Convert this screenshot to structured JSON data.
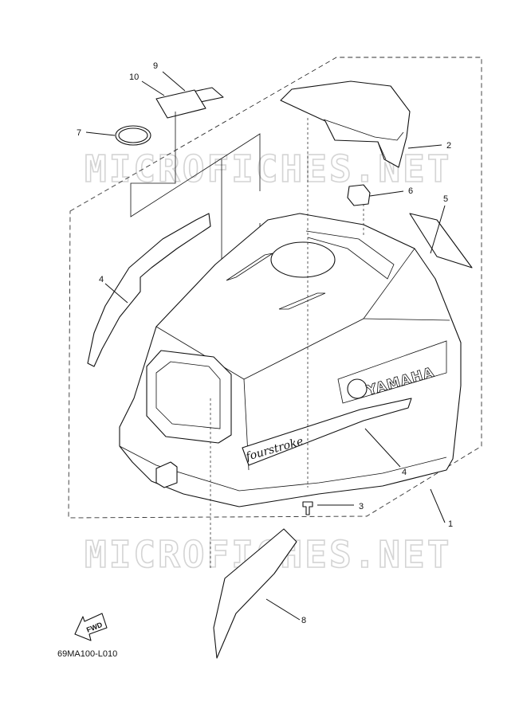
{
  "watermark": {
    "text": "MICROFICHES.NET"
  },
  "brand": {
    "logo_text": "YAMAHA",
    "script_text": "fourstroke"
  },
  "fwd_label": "FWD",
  "diagram_code": "69MA100-L010",
  "callouts": [
    {
      "id": "c1",
      "label": "1"
    },
    {
      "id": "c2",
      "label": "2"
    },
    {
      "id": "c3",
      "label": "3"
    },
    {
      "id": "c4a",
      "label": "4"
    },
    {
      "id": "c4b",
      "label": "4"
    },
    {
      "id": "c5",
      "label": "5"
    },
    {
      "id": "c6",
      "label": "6"
    },
    {
      "id": "c7",
      "label": "7"
    },
    {
      "id": "c8",
      "label": "8"
    },
    {
      "id": "c9",
      "label": "9"
    },
    {
      "id": "c10",
      "label": "10"
    }
  ],
  "colors": {
    "line": "#111111",
    "watermark": "#d4d4d4",
    "background": "#ffffff"
  }
}
